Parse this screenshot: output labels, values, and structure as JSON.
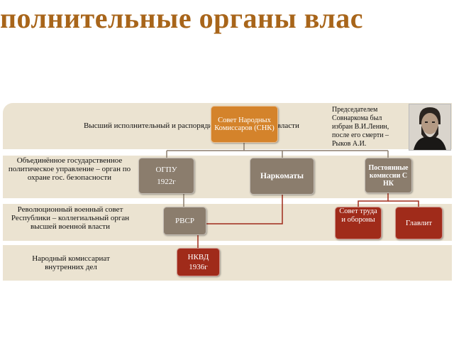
{
  "title": "полнительные органы влас",
  "bands": {
    "snk_desc": "Высший исполнительный и распорядительный орган гос. власти",
    "ogpu_desc": "Объединённое государственное политическое управление – орган по охране гос. безопасности",
    "rvsr_desc": "Революционный военный совет Республики – коллегиальный орган высшей военной власти",
    "nkvd_desc": "Народный комиссариат внутренних дел"
  },
  "boxes": {
    "snk": "Совет Народных Комиссаров (СНК)",
    "ogpu_name": "ОГПУ",
    "ogpu_year": "1922г",
    "narkomaty": "Наркоматы",
    "permanent": "Постоянные комиссии СНК",
    "rvsr": "РВСР",
    "sto": "Совет труда и обороны",
    "glavlit": "Главлит",
    "nkvd_name": "НКВД",
    "nkvd_year": "1936г"
  },
  "note": {
    "line1": "Председателем",
    "line2": "Совнаркома был",
    "line3": "избран В.И.Ленин,",
    "line4": "после его смерти –",
    "line5": "Рыков А.И."
  },
  "colors": {
    "title": "#a8651a",
    "band": "#ebe3d1",
    "orange_box": "#d4832b",
    "gray_box": "#8b7d6d",
    "red_box": "#a02b1a",
    "connector_gray": "#8b7d6d",
    "connector_red": "#a02b1a"
  }
}
